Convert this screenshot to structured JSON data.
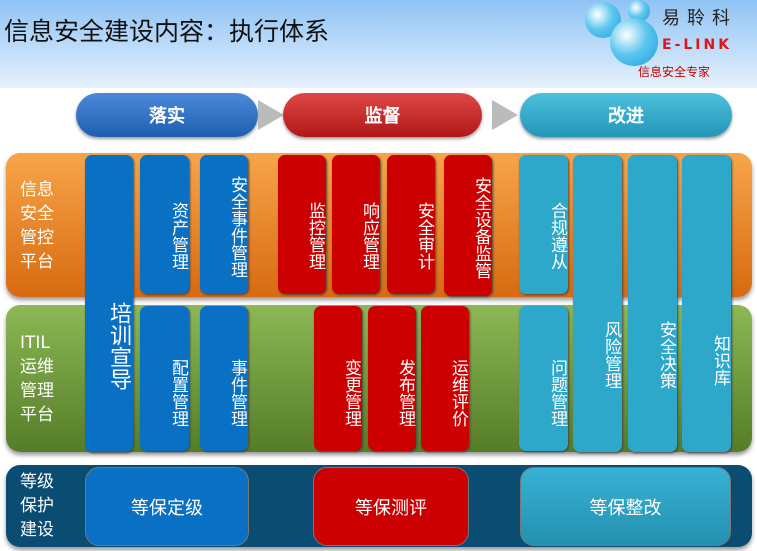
{
  "title": "信息安全建设内容：执行体系",
  "logo": {
    "cn": "易聆科",
    "en": "E-LINK",
    "slogan": "信息安全专家"
  },
  "phases": [
    "落实",
    "监督",
    "改进"
  ],
  "bands": [
    {
      "label": "信息安全管控平台"
    },
    {
      "label": "ITIL运维管理平台"
    },
    {
      "label": "等级保护建设"
    }
  ],
  "boxes": {
    "training": "培训宣导",
    "asset": "资产管理",
    "secevent": "安全事件管理",
    "monitor": "监控管理",
    "response": "响应管理",
    "audit": "安全审计",
    "device": "安全设备监管",
    "compliance": "合规遵从",
    "risk": "风险管理",
    "decision": "安全决策",
    "knowledge": "知识库",
    "config": "配置管理",
    "event": "事件管理",
    "change": "变更管理",
    "release": "发布管理",
    "opeval": "运维评价",
    "problem": "问题管理"
  },
  "grading": [
    "等保定级",
    "等保测评",
    "等保整改"
  ],
  "colors": {
    "blue": "#0a70c4",
    "red": "#cc0000",
    "teal": "#2ea8ca",
    "orange": "#e87a1e",
    "green": "#6c9a35",
    "navy": "#0a4c72"
  }
}
